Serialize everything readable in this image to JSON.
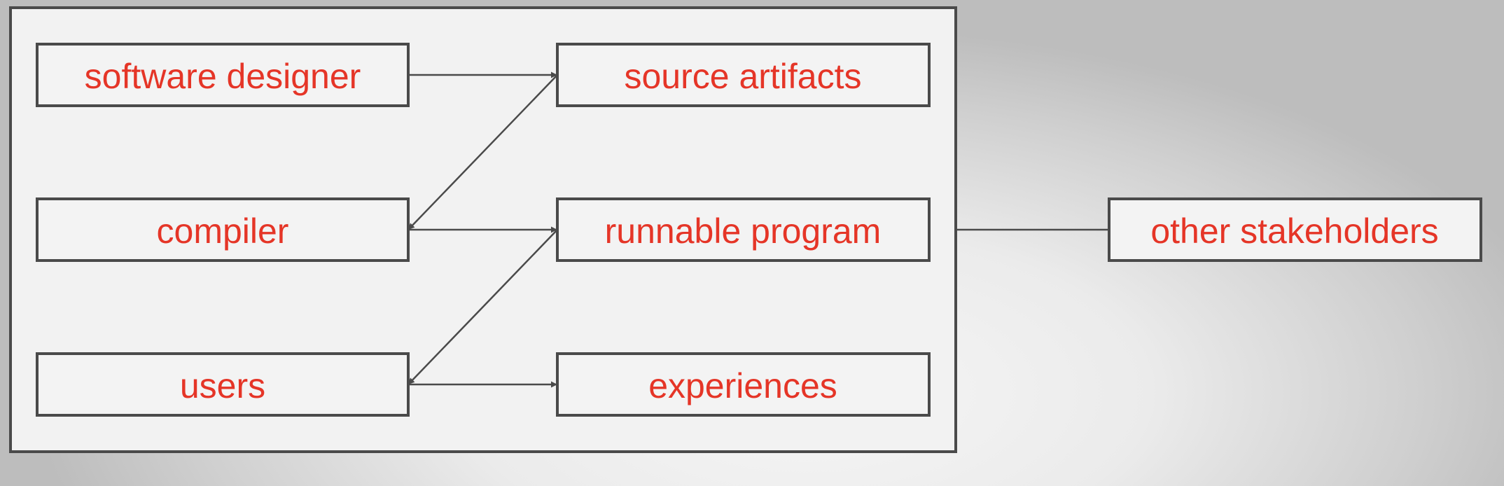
{
  "diagram": {
    "colors": {
      "text": "#e53527",
      "stroke": "#4a4a4a",
      "box_fill": "#f3f3f3"
    },
    "nodes": {
      "software_designer": "software designer",
      "source_artifacts": "source artifacts",
      "compiler": "compiler",
      "runnable_program": "runnable program",
      "users": "users",
      "experiences": "experiences",
      "other_stakeholders": "other stakeholders"
    },
    "edges": [
      {
        "from": "software_designer",
        "to": "source_artifacts",
        "arrow": true
      },
      {
        "from": "source_artifacts",
        "to": "compiler",
        "arrow": true
      },
      {
        "from": "compiler",
        "to": "runnable_program",
        "arrow": true
      },
      {
        "from": "runnable_program",
        "to": "users",
        "arrow": true
      },
      {
        "from": "users",
        "to": "experiences",
        "arrow": true
      },
      {
        "from": "system_boundary",
        "to": "other_stakeholders",
        "arrow": false
      }
    ]
  }
}
